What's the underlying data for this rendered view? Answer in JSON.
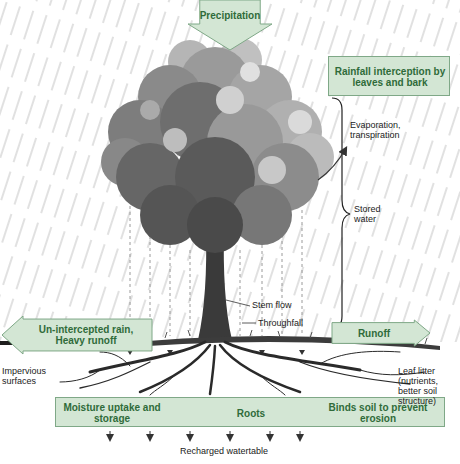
{
  "diagram": {
    "nodes": [
      {
        "text": [
          "Precipitation"
        ]
      },
      {
        "text": [
          "Rainfall interception by leaves and bark"
        ]
      },
      {
        "text": [
          "Un-intercepted rain, Heavy runoff"
        ]
      },
      {
        "text": [
          "Runoff"
        ]
      },
      {
        "text": [
          "Moisture uptake and storage",
          "Roots",
          "Binds soil to prevent erosion"
        ]
      }
    ],
    "labels": [
      "Evaporation, transpiration",
      "Stored water",
      "Stem flow",
      "Throughfall",
      "Impervious surfaces",
      "Leaf litter (nutrients, better soil structure)",
      "Recharged watertable"
    ]
  }
}
